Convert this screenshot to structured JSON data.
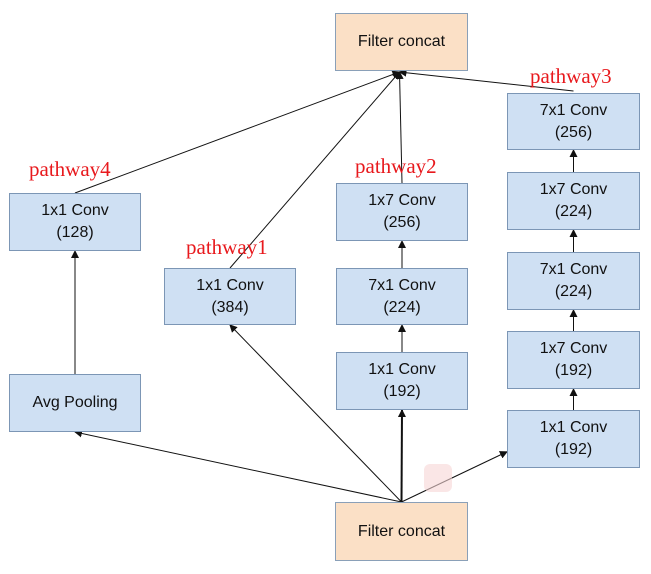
{
  "nodes": {
    "filter_concat_top": {
      "label": "Filter concat"
    },
    "filter_concat_bottom": {
      "label": "Filter concat"
    },
    "p4_conv": {
      "line1": "1x1 Conv",
      "line2": "(128)"
    },
    "p4_pool": {
      "label": "Avg Pooling"
    },
    "p1_conv": {
      "line1": "1x1 Conv",
      "line2": "(384)"
    },
    "p2_conv_a": {
      "line1": "1x7 Conv",
      "line2": "(256)"
    },
    "p2_conv_b": {
      "line1": "7x1 Conv",
      "line2": "(224)"
    },
    "p2_conv_c": {
      "line1": "1x1 Conv",
      "line2": "(192)"
    },
    "p3_conv_a": {
      "line1": "7x1 Conv",
      "line2": "(256)"
    },
    "p3_conv_b": {
      "line1": "1x7 Conv",
      "line2": "(224)"
    },
    "p3_conv_c": {
      "line1": "7x1 Conv",
      "line2": "(224)"
    },
    "p3_conv_d": {
      "line1": "1x7 Conv",
      "line2": "(192)"
    },
    "p3_conv_e": {
      "line1": "1x1 Conv",
      "line2": "(192)"
    }
  },
  "labels": {
    "pathway1": "pathway1",
    "pathway2": "pathway2",
    "pathway3": "pathway3",
    "pathway4": "pathway4"
  },
  "edges": [
    [
      "filter_concat_bottom",
      "p4_pool"
    ],
    [
      "p4_pool",
      "p4_conv"
    ],
    [
      "p4_conv",
      "filter_concat_top"
    ],
    [
      "filter_concat_bottom",
      "p1_conv"
    ],
    [
      "p1_conv",
      "filter_concat_top"
    ],
    [
      "filter_concat_bottom",
      "p2_conv_c"
    ],
    [
      "p2_conv_c",
      "p2_conv_b"
    ],
    [
      "p2_conv_b",
      "p2_conv_a"
    ],
    [
      "p2_conv_a",
      "filter_concat_top"
    ],
    [
      "filter_concat_bottom",
      "p3_conv_e"
    ],
    [
      "p3_conv_e",
      "p3_conv_d"
    ],
    [
      "p3_conv_d",
      "p3_conv_c"
    ],
    [
      "p3_conv_c",
      "p3_conv_b"
    ],
    [
      "p3_conv_b",
      "p3_conv_a"
    ],
    [
      "p3_conv_a",
      "filter_concat_top"
    ]
  ],
  "colors": {
    "conv_fill": "#cfe0f3",
    "concat_fill": "#fbe0c6",
    "label_red": "#e8191d",
    "edge": "#111111"
  }
}
